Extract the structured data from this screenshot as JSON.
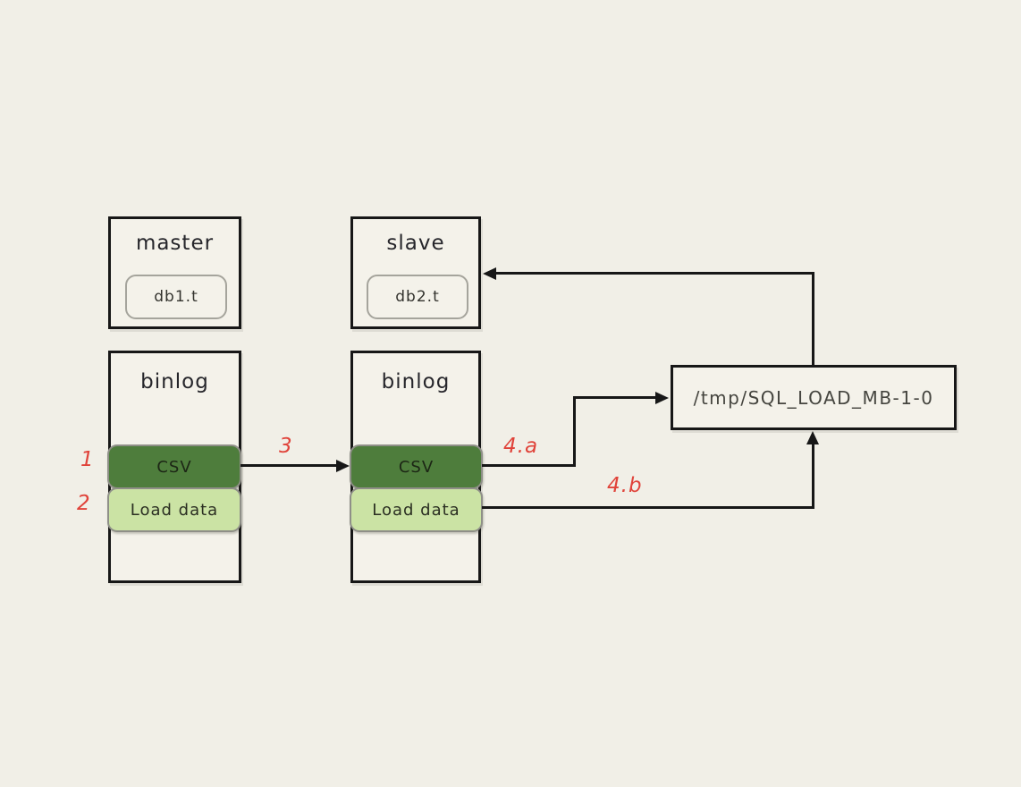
{
  "diagram": {
    "nodes": {
      "master": {
        "label": "master",
        "table": "db1.t"
      },
      "slave": {
        "label": "slave",
        "table": "db2.t"
      },
      "binlog_master": {
        "label": "binlog",
        "csv": "CSV",
        "load_data": "Load data"
      },
      "binlog_slave": {
        "label": "binlog",
        "csv": "CSV",
        "load_data": "Load data"
      },
      "tmp_file": {
        "label": "/tmp/SQL_LOAD_MB-1-0"
      }
    },
    "step_labels": {
      "s1": "1",
      "s2": "2",
      "s3": "3",
      "s4a": "4.a",
      "s4b": "4.b"
    },
    "edges": [
      {
        "from": "binlog_master.csv",
        "to": "binlog_slave.csv",
        "label": "3"
      },
      {
        "from": "binlog_slave.csv",
        "to": "tmp_file",
        "label": "4.a"
      },
      {
        "from": "binlog_slave.load_data",
        "to": "tmp_file",
        "label": "4.b"
      },
      {
        "from": "tmp_file",
        "to": "slave",
        "label": ""
      }
    ]
  },
  "colors": {
    "csv_fill": "#4e7d3c",
    "load_fill": "#cbe3a4",
    "step_red": "#e0433a",
    "stroke": "#171717",
    "background": "#f1efe7"
  }
}
